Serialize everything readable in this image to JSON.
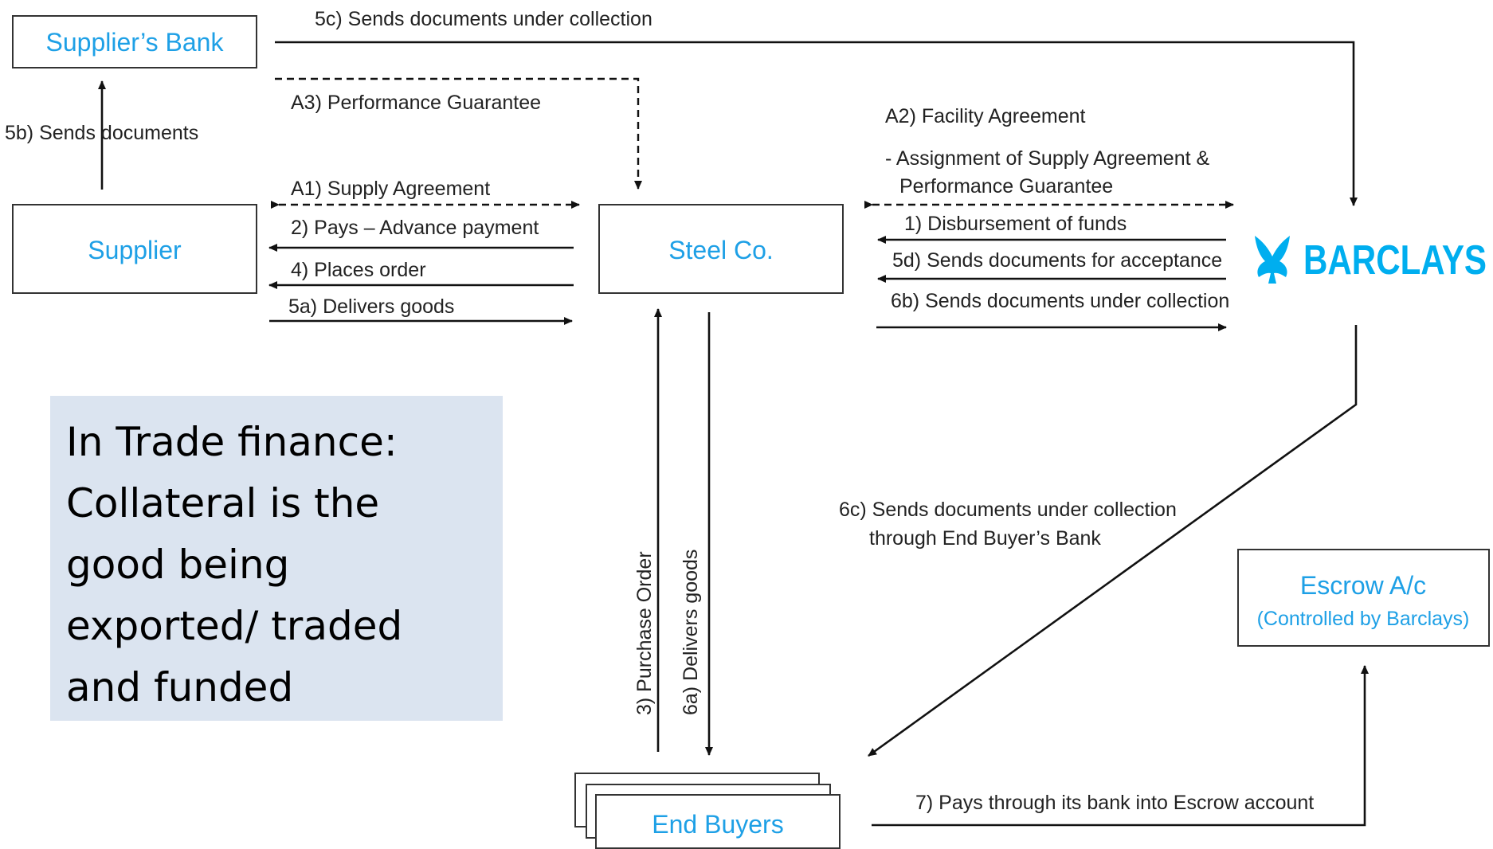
{
  "nodes": {
    "suppliers_bank": "Supplier’s Bank",
    "supplier": "Supplier",
    "steel_co": "Steel Co.",
    "barclays": "BARCLAYS",
    "escrow_line1": "Escrow A/c",
    "escrow_line2": "(Controlled by Barclays)",
    "end_buyers": "End Buyers"
  },
  "edges": {
    "e5c": "5c) Sends documents under collection",
    "a3": "A3) Performance Guarantee",
    "e5b": "5b) Sends documents",
    "a1": "A1) Supply Agreement",
    "e2": "2) Pays – Advance payment",
    "e4": "4) Places order",
    "e5a": "5a) Delivers goods",
    "a2": "A2) Facility Agreement",
    "a2_sub1": "- Assignment of Supply Agreement &",
    "a2_sub2": "Performance Guarantee",
    "e1": "1) Disbursement of funds",
    "e5d": "5d) Sends documents for acceptance",
    "e6b": "6b) Sends documents under collection",
    "e3": "3) Purchase Order",
    "e6a": "6a) Delivers goods",
    "e6c_1": "6c) Sends documents under collection",
    "e6c_2": "through End Buyer’s Bank",
    "e7": "7) Pays through its bank into Escrow account"
  },
  "note": {
    "lines": [
      "In Trade finance:",
      "Collateral is the",
      "good being",
      "exported/ traded",
      "and funded"
    ]
  },
  "colors": {
    "accent": "#1ea0e6",
    "barclays": "#00aeef",
    "note_bg": "#dbe4f0"
  },
  "icons": {
    "barclays_logo": "eagle-icon"
  }
}
